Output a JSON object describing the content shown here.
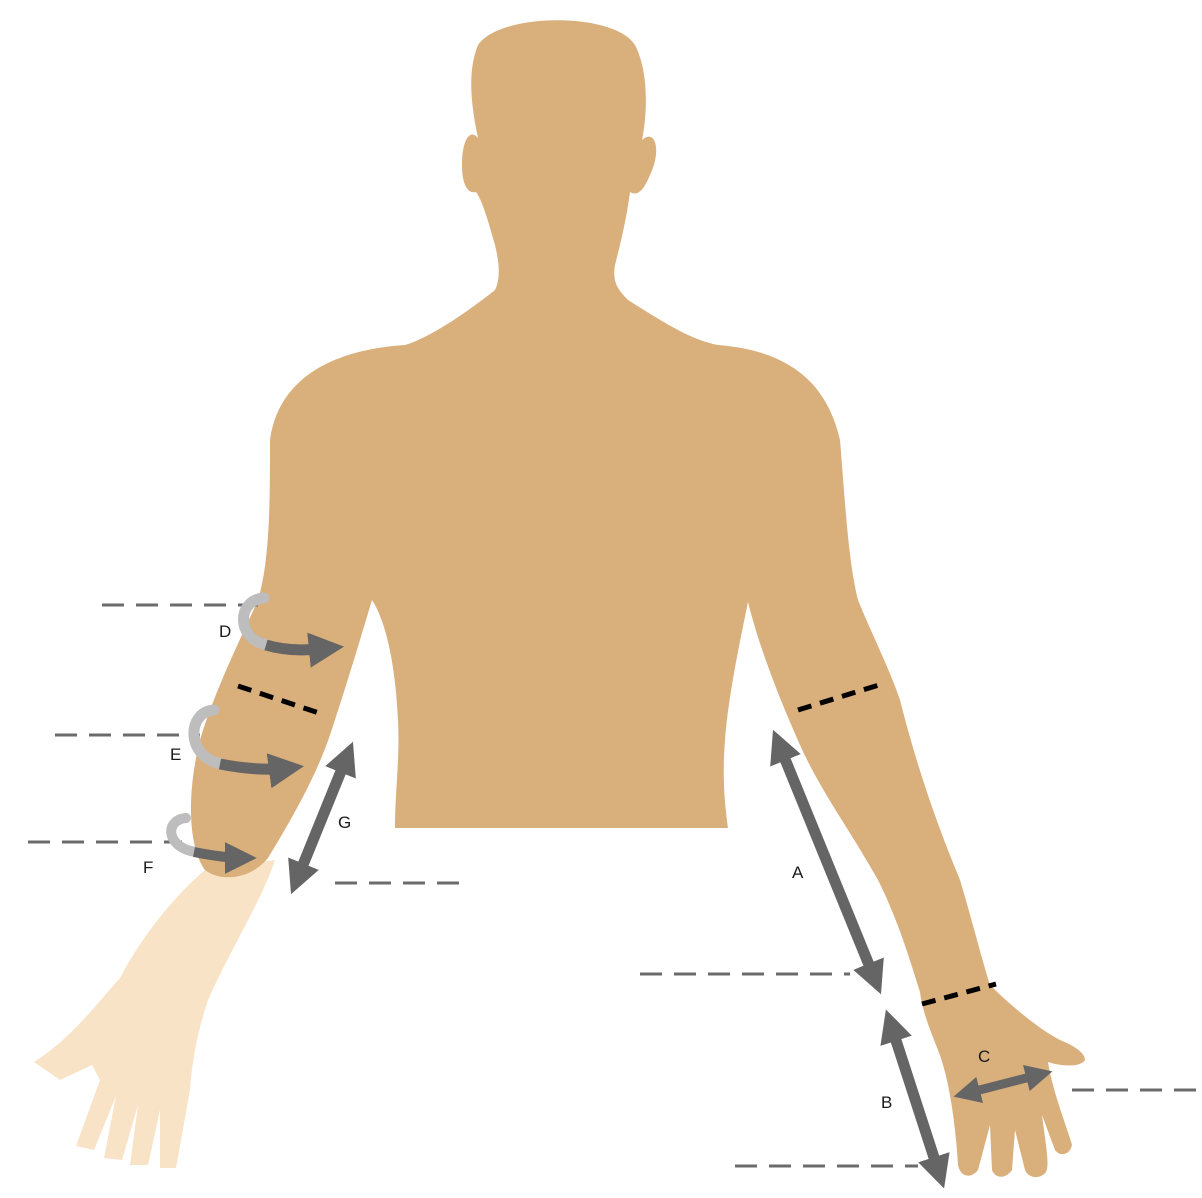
{
  "labels": {
    "a": "A",
    "b": "B",
    "c": "C",
    "d": "D",
    "e": "E",
    "f": "F",
    "g": "G"
  },
  "colors": {
    "skin": "#D9AF7C",
    "skin_light": "#F9E3C6",
    "arrow": "#656565",
    "arrow_light": "#BDBDBD",
    "guide": "#6B6B6B",
    "cut": "#000000"
  }
}
